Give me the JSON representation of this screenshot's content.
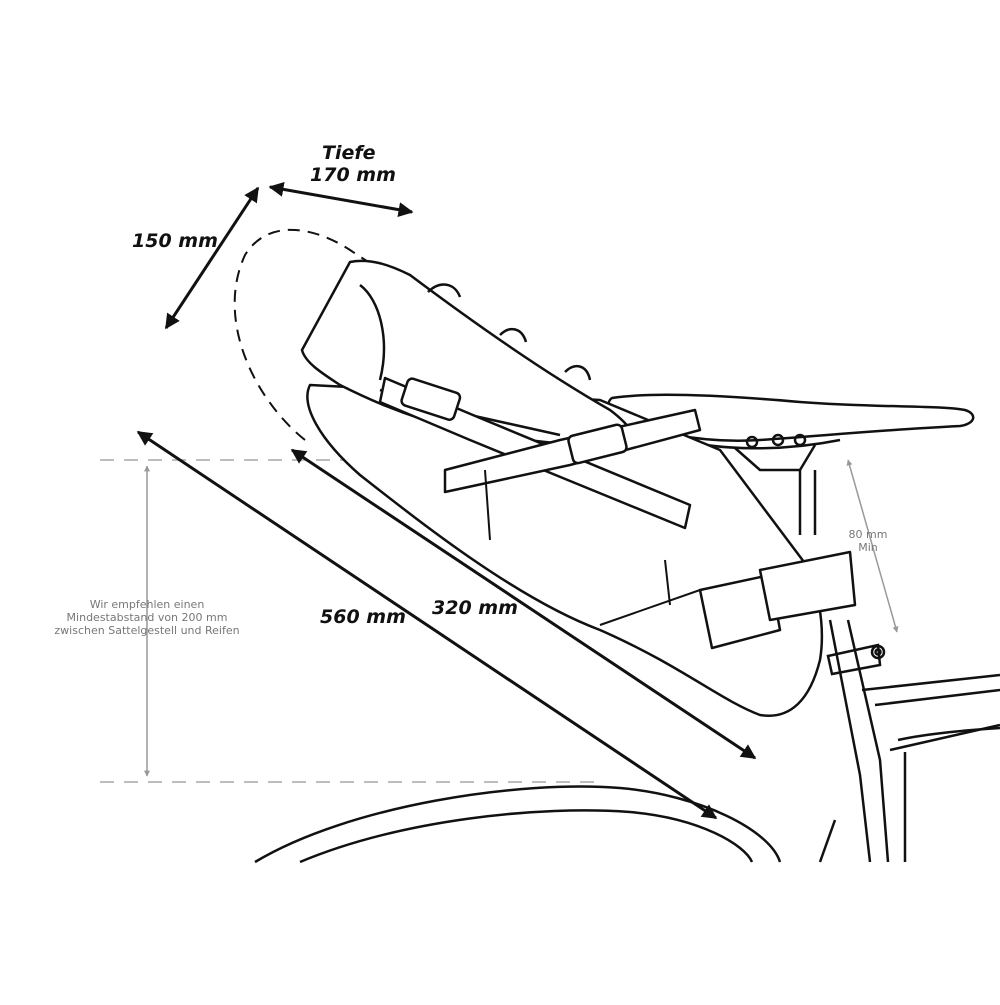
{
  "diagram": {
    "depth_title": "Tiefe",
    "depth_value": "170 mm",
    "height_label": "150 mm",
    "total_length_label": "560 mm",
    "bag_length_label": "320 mm",
    "min_gap_value": "80 mm",
    "min_gap_unit": "Min",
    "recommendation_lines": [
      "Wir empfehlen einen",
      "Mindestabstand von 200 mm",
      "zwischen Sattelgestell und Reifen"
    ],
    "colors": {
      "line": "#111111",
      "dimension_line": "#9a9a9a",
      "dashed_line": "#bdbdbd",
      "text": "#111111",
      "small_text": "#777777"
    }
  }
}
